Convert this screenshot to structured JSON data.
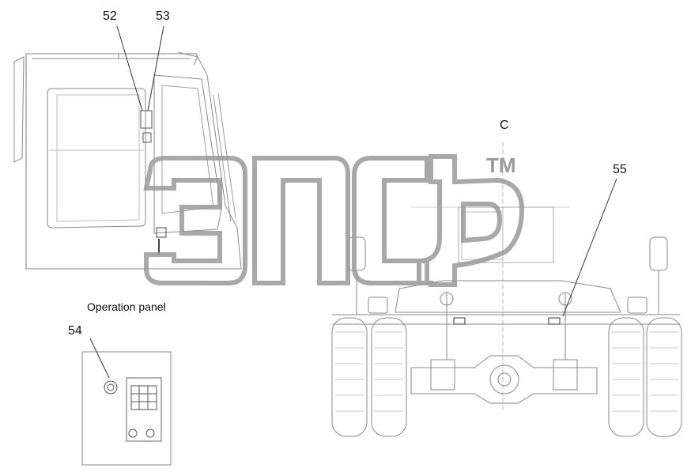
{
  "callouts": {
    "c52": "52",
    "c53": "53",
    "c54": "54",
    "c55": "55"
  },
  "view_label": "C",
  "panel_caption": "Operation panel",
  "watermark": {
    "tm": "TM"
  },
  "colors": {
    "line": "#6e6e6e",
    "light_line": "#b5b5b5",
    "watermark": "#9a9a9a",
    "text": "#111111",
    "background": "#ffffff"
  }
}
